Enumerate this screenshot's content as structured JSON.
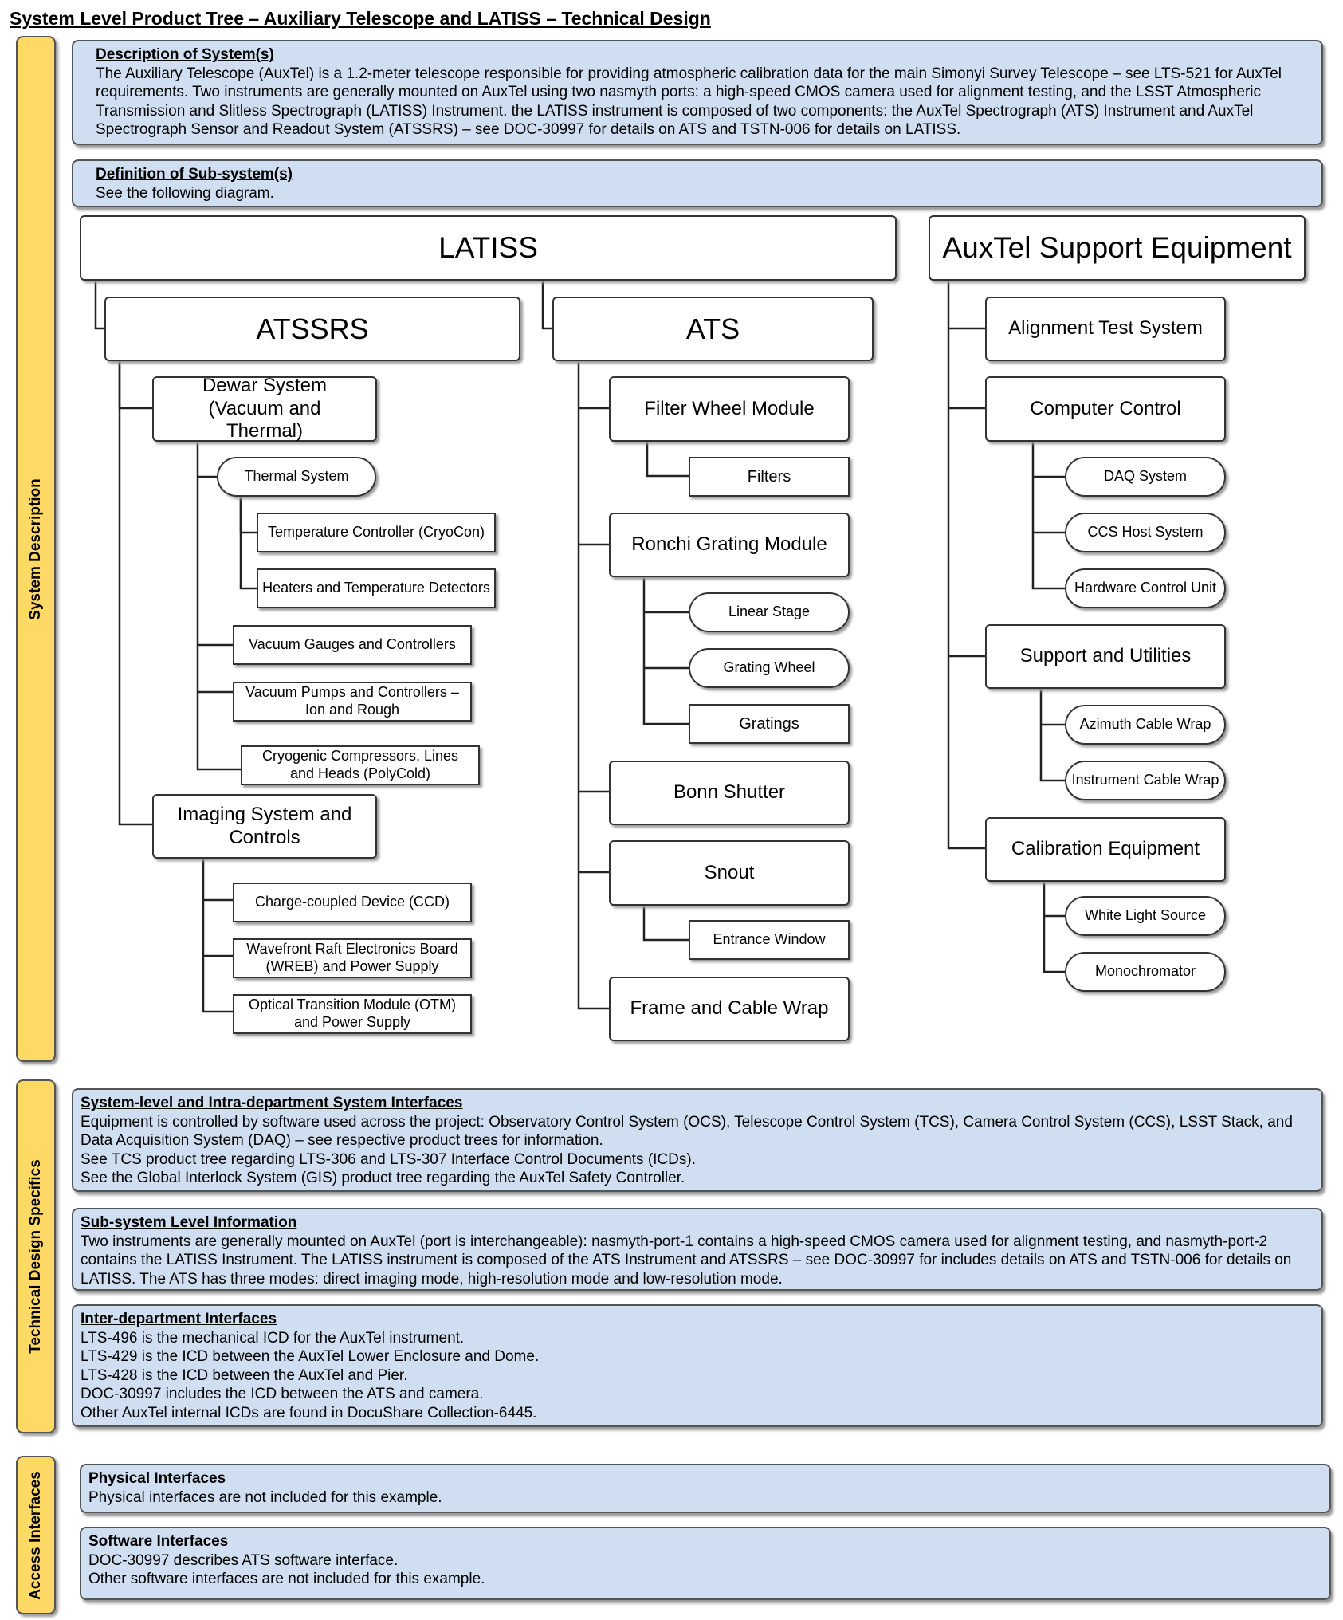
{
  "title": "System Level Product Tree – Auxiliary Telescope and LATISS – Technical Design",
  "sections": {
    "system_description": "System Description",
    "technical_design": "Technical Design Specifics",
    "access_interfaces": "Access Interfaces"
  },
  "description": {
    "heading": "Description of System(s)",
    "text": "The Auxiliary Telescope (AuxTel) is a 1.2-meter telescope responsible for providing atmospheric calibration data for the main Simonyi Survey Telescope – see LTS-521 for AuxTel requirements. Two instruments are generally mounted on AuxTel using two nasmyth ports: a high-speed CMOS camera used for alignment testing, and the LSST Atmospheric Transmission and Slitless Spectrograph (LATISS) Instrument. the LATISS instrument is composed of two components: the AuxTel Spectrograph (ATS) Instrument and AuxTel Spectrograph Sensor and Readout System (ATSSRS) – see DOC-30997 for details on ATS and TSTN-006 for details on LATISS."
  },
  "subsystems": {
    "heading": "Definition of Sub-system(s)",
    "text": "See the following diagram."
  },
  "tree": {
    "latiss": "LATISS",
    "support": "AuxTel Support Equipment",
    "atssrs": "ATSSRS",
    "ats": "ATS",
    "dewar": "Dewar System (Vacuum and Thermal)",
    "thermal": "Thermal System",
    "temp_controller": "Temperature Controller (CryoCon)",
    "heaters": "Heaters and Temperature Detectors",
    "vac_gauges": "Vacuum Gauges and Controllers",
    "vac_pumps": "Vacuum Pumps and Controllers – Ion and Rough",
    "cryo": "Cryogenic Compressors, Lines and Heads (PolyCold)",
    "imaging": "Imaging System and Controls",
    "ccd": "Charge-coupled Device (CCD)",
    "wreb": "Wavefront Raft Electronics Board (WREB) and Power Supply",
    "otm": "Optical Transition Module (OTM) and Power Supply",
    "filter_wheel": "Filter Wheel Module",
    "filters": "Filters",
    "ronchi": "Ronchi Grating Module",
    "linear_stage": "Linear Stage",
    "grating_wheel": "Grating Wheel",
    "gratings": "Gratings",
    "bonn": "Bonn Shutter",
    "snout": "Snout",
    "entrance": "Entrance Window",
    "frame": "Frame and Cable Wrap",
    "alignment": "Alignment Test System",
    "computer": "Computer Control",
    "daq": "DAQ System",
    "ccs": "CCS Host System",
    "hcu": "Hardware Control Unit",
    "support_util": "Support and Utilities",
    "azimuth": "Azimuth Cable Wrap",
    "instrument_wrap": "Instrument Cable Wrap",
    "calibration": "Calibration Equipment",
    "white_light": "White Light Source",
    "mono": "Monochromator"
  },
  "interfaces_system": {
    "heading": "System-level and Intra-department System Interfaces",
    "lines": [
      "Equipment is controlled by software used across the project: Observatory Control System (OCS), Telescope Control System (TCS), Camera Control System (CCS), LSST Stack, and Data Acquisition System (DAQ) – see respective product trees for information.",
      "See TCS product tree regarding LTS-306 and LTS-307 Interface Control Documents (ICDs).",
      "See the Global Interlock System (GIS) product tree regarding the AuxTel Safety Controller."
    ]
  },
  "subsystem_info": {
    "heading": "Sub-system Level Information",
    "text": "Two instruments are generally mounted on AuxTel (port is interchangeable): nasmyth-port-1 contains a high-speed CMOS camera used for alignment testing, and nasmyth-port-2 contains the LATISS Instrument. The LATISS instrument is composed of the ATS Instrument and ATSSRS – see DOC-30997 for includes details on ATS and TSTN-006 for details on LATISS. The ATS has three modes: direct imaging mode, high-resolution mode and low-resolution mode."
  },
  "inter_department": {
    "heading": "Inter-department Interfaces",
    "lines": [
      "LTS-496 is the mechanical ICD for the AuxTel instrument.",
      "LTS-429 is the ICD between the AuxTel Lower Enclosure and Dome.",
      "LTS-428 is the ICD between the AuxTel and Pier.",
      "DOC-30997 includes the ICD between the ATS and camera.",
      "Other AuxTel internal ICDs are found in DocuShare Collection-6445."
    ]
  },
  "physical": {
    "heading": "Physical Interfaces",
    "text": "Physical interfaces are not included for this example."
  },
  "software": {
    "heading": "Software Interfaces",
    "lines": [
      "DOC-30997 describes ATS software interface.",
      "Other software interfaces are not included for this example."
    ]
  }
}
